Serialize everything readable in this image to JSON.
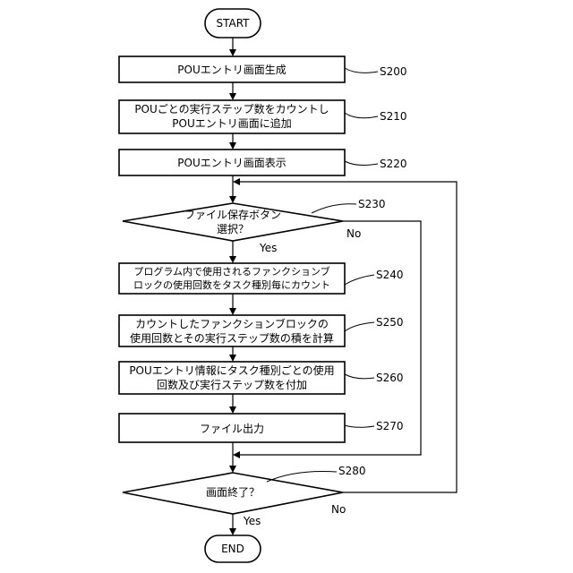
{
  "terminals": {
    "start": "START",
    "end": "END"
  },
  "steps": {
    "s200": {
      "lines": [
        "POUエントリ画面生成"
      ],
      "label": "S200"
    },
    "s210": {
      "lines": [
        "POUごとの実行ステップ数をカウントし",
        "POUエントリ画面に追加"
      ],
      "label": "S210"
    },
    "s220": {
      "lines": [
        "POUエントリ画面表示"
      ],
      "label": "S220"
    },
    "s230": {
      "lines": [
        "ファイル保存ボタン",
        "選択？"
      ],
      "label": "S230",
      "yes": "Yes",
      "no": "No"
    },
    "s240": {
      "lines": [
        "プログラム内で使用されるファンクションブ",
        "ロックの使用回数をタスク種別毎にカウント"
      ],
      "label": "S240"
    },
    "s250": {
      "lines": [
        "カウントしたファンクションブロックの",
        "使用回数とその実行ステップ数の積を計算"
      ],
      "label": "S250"
    },
    "s260": {
      "lines": [
        "POUエントリ情報にタスク種別ごとの使用",
        "回数及び実行ステップ数を付加"
      ],
      "label": "S260"
    },
    "s270": {
      "lines": [
        "ファイル出力"
      ],
      "label": "S270"
    },
    "s280": {
      "lines": [
        "画面終了？"
      ],
      "label": "S280",
      "yes": "Yes",
      "no": "No"
    }
  }
}
